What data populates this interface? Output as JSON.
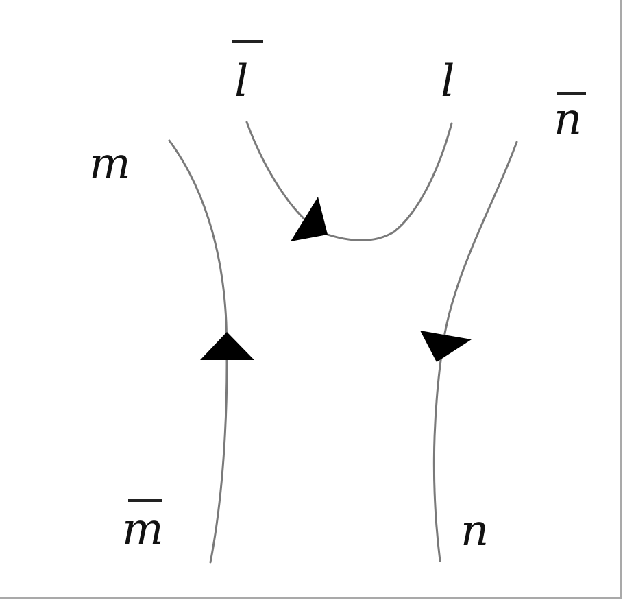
{
  "diagram": {
    "labels": {
      "m": "m",
      "m_bar": "m",
      "l": "l",
      "l_bar": "l",
      "n": "n",
      "n_bar": "n"
    }
  }
}
